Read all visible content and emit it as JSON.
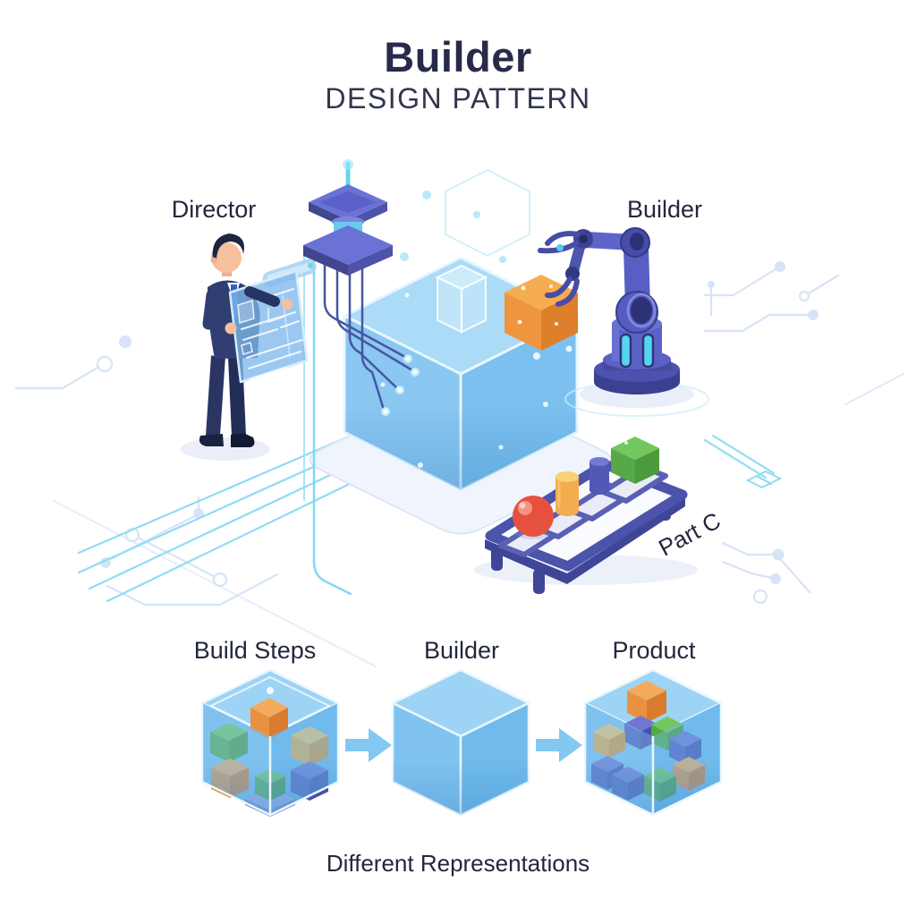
{
  "title": {
    "main": "Builder",
    "subtitle": "DESIGN PATTERN"
  },
  "diagram": {
    "director_label": "Director",
    "builder_label": "Builder",
    "part_label": "Part C"
  },
  "pipeline": {
    "steps_label": "Build Steps",
    "builder_label": "Builder",
    "product_label": "Product",
    "caption": "Different Representations"
  },
  "icons": {
    "press_machine": "press-machine-icon",
    "robot_arm": "robot-arm-icon",
    "parts_tray": "parts-tray-icon",
    "blueprint": "blueprint-icon",
    "arrows": "arrow-right-icon"
  },
  "palette": {
    "text_dark": "#272b49",
    "text_label": "#23273d",
    "cube_top": "#abdbf7",
    "cube_left": "#8ac7f1",
    "cube_right": "#7bc0ee",
    "cube_edge": "#e8f6fe",
    "bcube_top": "#9dd4f5",
    "bcube_left": "#80c3ef",
    "bcube_right": "#70bbeb",
    "accent_cyan": "#67d4f0",
    "indigo": "#5b62c6",
    "indigo_dark": "#3f4597",
    "indigo_deep": "#2d3277",
    "orange_top": "#f6ac50",
    "orange_left": "#ef953e",
    "orange_right": "#de7f2b",
    "green_top": "#74c75e",
    "green_left": "#57a947",
    "green_right": "#4b9b3c",
    "yellow_top": "#f8d078",
    "yellow_body": "#f3ad4f",
    "blue_top": "#7279d2",
    "blue_body": "#5159b6",
    "red": "#e6513f",
    "red_hi": "#f59c8a",
    "tray_border": "#4c53ab",
    "tray_top": "#fafbff",
    "pad_fill": "#e9ecf7",
    "suit": "#313e72",
    "suit_dark": "#273361",
    "skin": "#f6c09f",
    "hair": "#1e2442",
    "tie": "#2f63c8",
    "blueprint": "#7eb9ec",
    "shadow": "#eaeef8",
    "circuit": "#d7e4f7",
    "circuit_cyan": "#8fdcf4",
    "arrow": "#84c8f1",
    "cable": "#47579e"
  }
}
